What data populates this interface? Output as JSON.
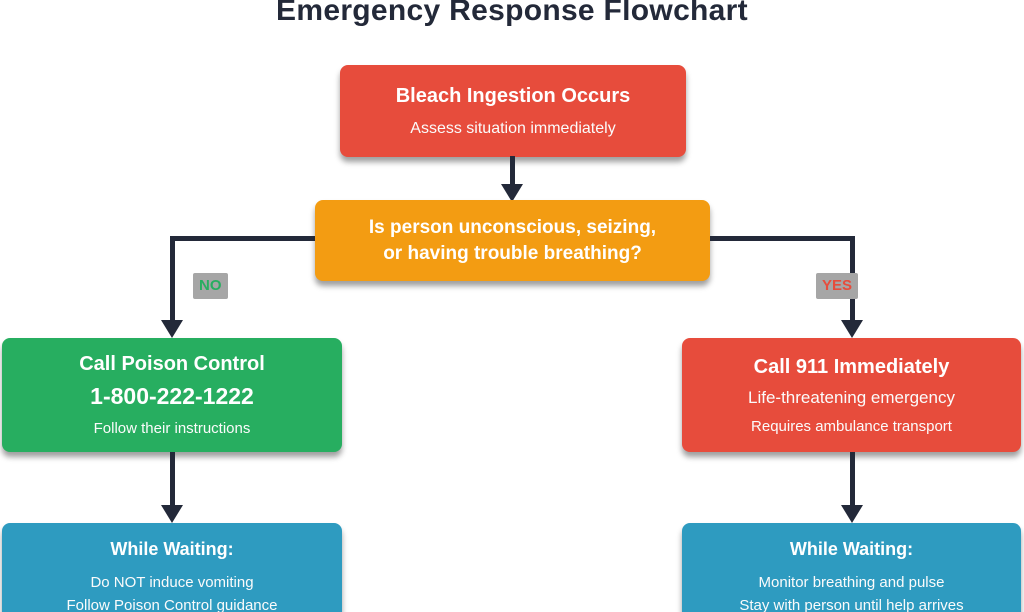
{
  "title": "Emergency Response Flowchart",
  "colors": {
    "box_red": "#E74C3C",
    "box_orange": "#F39C12",
    "box_green": "#27AE60",
    "box_blue": "#2E9BC0",
    "connector_dark": "#232939",
    "edge_label_bg": "#A6A6A6",
    "no_label_text": "#27AE60",
    "yes_label_text": "#E74C3C",
    "background": "#FFFFFF"
  },
  "nodes": {
    "start": {
      "title": "Bleach Ingestion Occurs",
      "subtitle": "Assess situation immediately"
    },
    "decision": {
      "line1": "Is person unconscious, seizing,",
      "line2": "or having trouble breathing?"
    },
    "poison_control": {
      "title": "Call Poison Control",
      "phone": "1-800-222-1222",
      "subtitle": "Follow their instructions"
    },
    "call_911": {
      "title": "Call 911 Immediately",
      "line1": "Life-threatening emergency",
      "line2": "Requires ambulance transport"
    },
    "wait_left": {
      "title": "While Waiting:",
      "line1": "Do NOT induce vomiting",
      "line2": "Follow Poison Control guidance"
    },
    "wait_right": {
      "title": "While Waiting:",
      "line1": "Monitor breathing and pulse",
      "line2": "Stay with person until help arrives"
    }
  },
  "edges": {
    "no_label": "NO",
    "yes_label": "YES"
  }
}
